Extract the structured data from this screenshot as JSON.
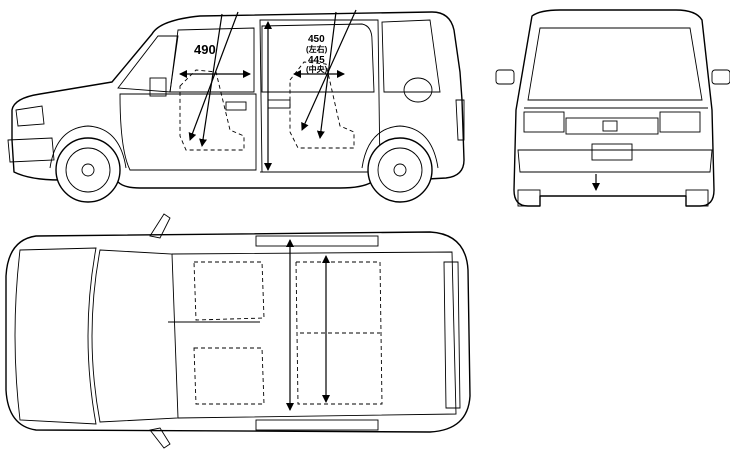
{
  "dimensions": {
    "front_seat_width": "490",
    "rear_width_sides": "450",
    "rear_width_sides_note": "(左右)",
    "rear_width_center": "445",
    "rear_width_center_note": "(中央)"
  },
  "colors": {
    "line": "#000000",
    "background": "#ffffff"
  }
}
